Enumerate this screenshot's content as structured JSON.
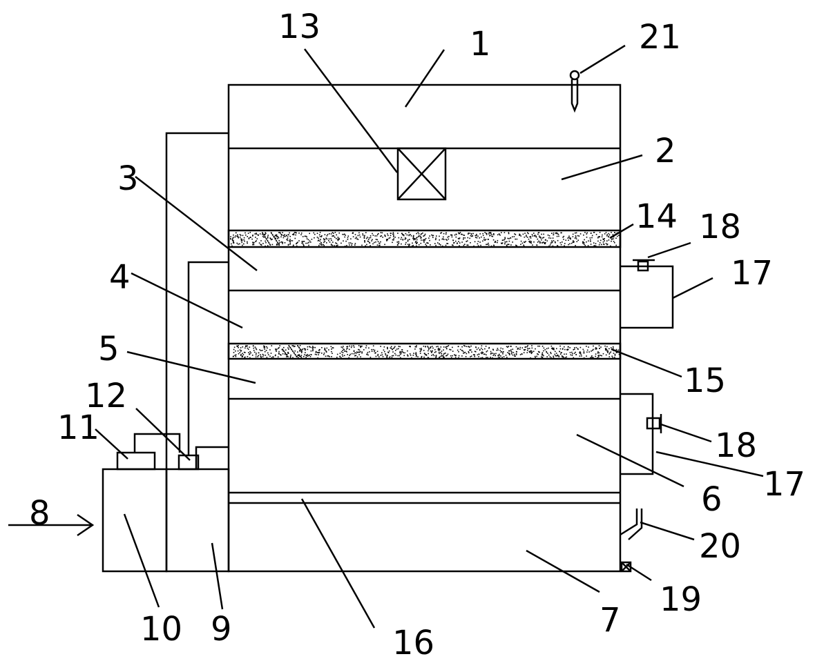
{
  "colors": {
    "line": "#000000",
    "background": "#ffffff"
  },
  "labels": {
    "l1": "1",
    "l2": "2",
    "l3": "3",
    "l4": "4",
    "l5": "5",
    "l6": "6",
    "l7": "7",
    "l8": "8",
    "l9": "9",
    "l10": "10",
    "l11": "11",
    "l12": "12",
    "l13": "13",
    "l14": "14",
    "l15": "15",
    "l16": "16",
    "l17a": "17",
    "l17b": "17",
    "l18a": "18",
    "l18b": "18",
    "l19": "19",
    "l20": "20",
    "l21": "21"
  }
}
